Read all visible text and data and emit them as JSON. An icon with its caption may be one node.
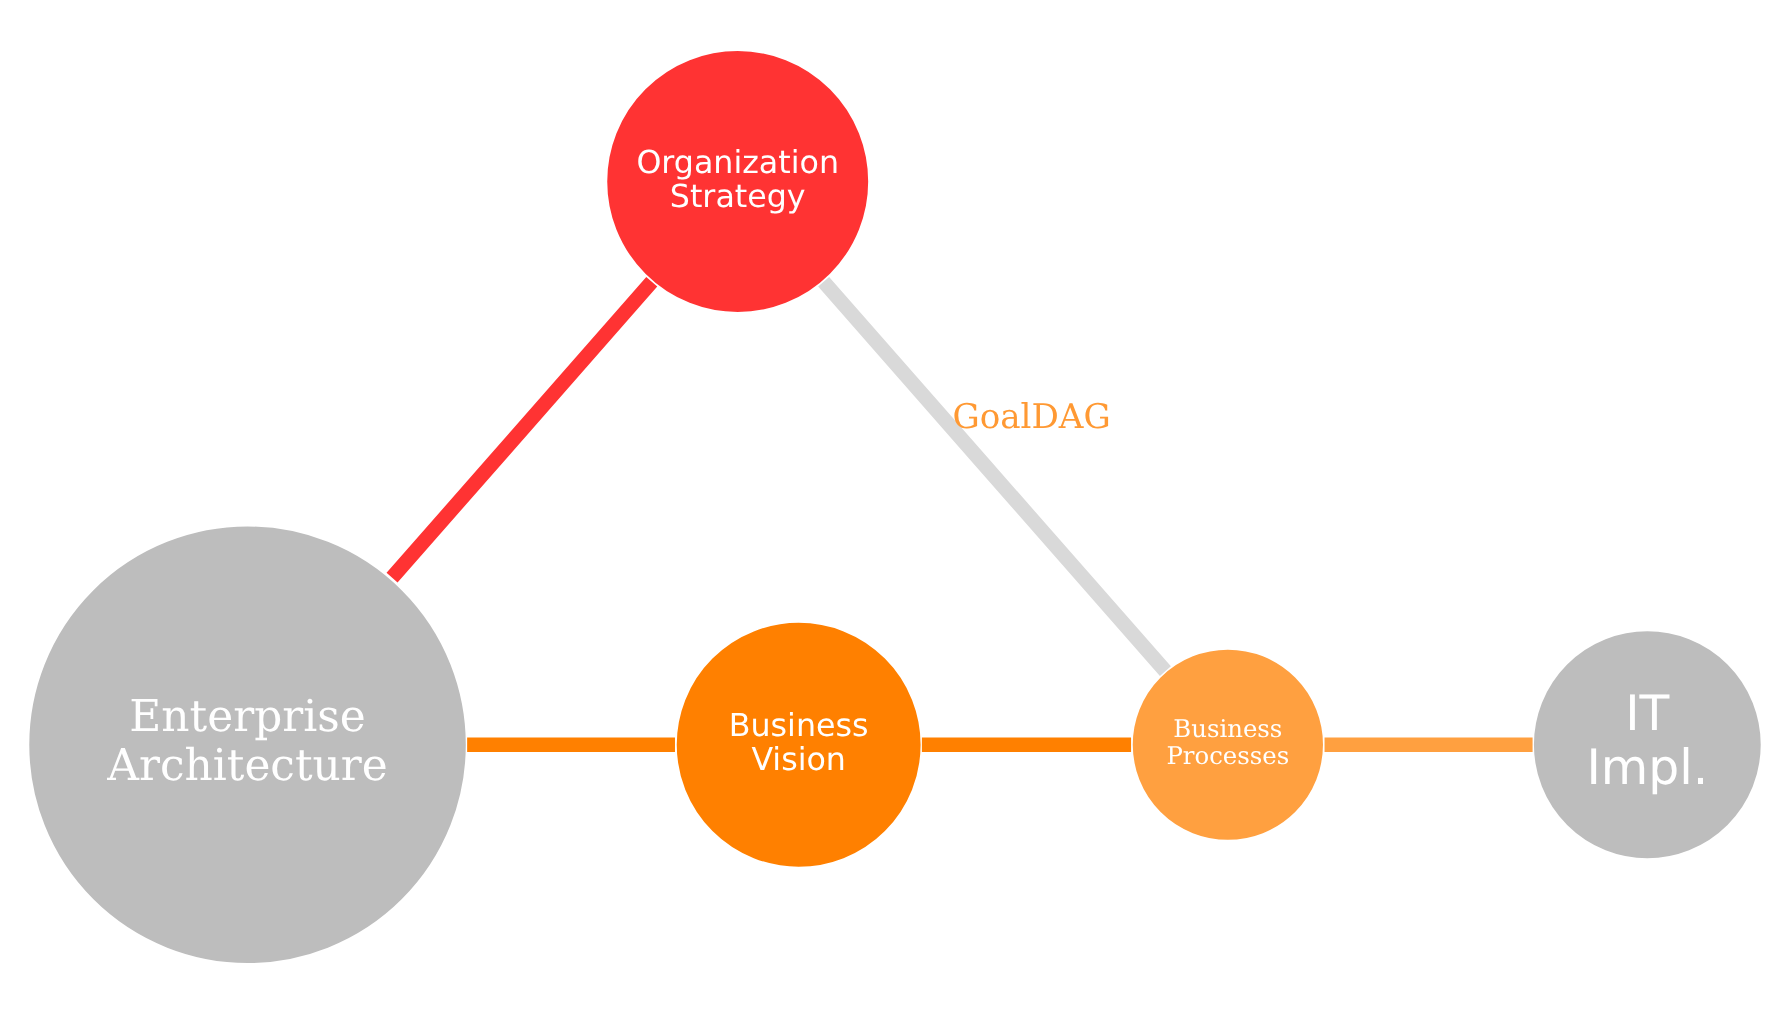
{
  "diagram": {
    "nodes": [
      {
        "text": [
          "Organization Strategy"
        ]
      },
      {
        "text": [
          "Enterprise Architecture"
        ]
      },
      {
        "text": [
          "Business Vision"
        ]
      },
      {
        "text": [
          "Business Processes"
        ]
      },
      {
        "text": [
          "IT Impl."
        ]
      }
    ],
    "edges": [
      {
        "from": 0,
        "to": 1,
        "arrow": "none",
        "color": "#ff3333"
      },
      {
        "from": 1,
        "to": 2,
        "arrow": "none",
        "color": "#ff8000"
      },
      {
        "from": 2,
        "to": 3,
        "arrow": "none",
        "color": "#ff8000"
      },
      {
        "from": 3,
        "to": 4,
        "arrow": "none",
        "color": "#ffa040"
      },
      {
        "from": 0,
        "to": 3,
        "arrow": "none",
        "label": "GoalDAG",
        "color": "#d9d9d9"
      }
    ]
  }
}
